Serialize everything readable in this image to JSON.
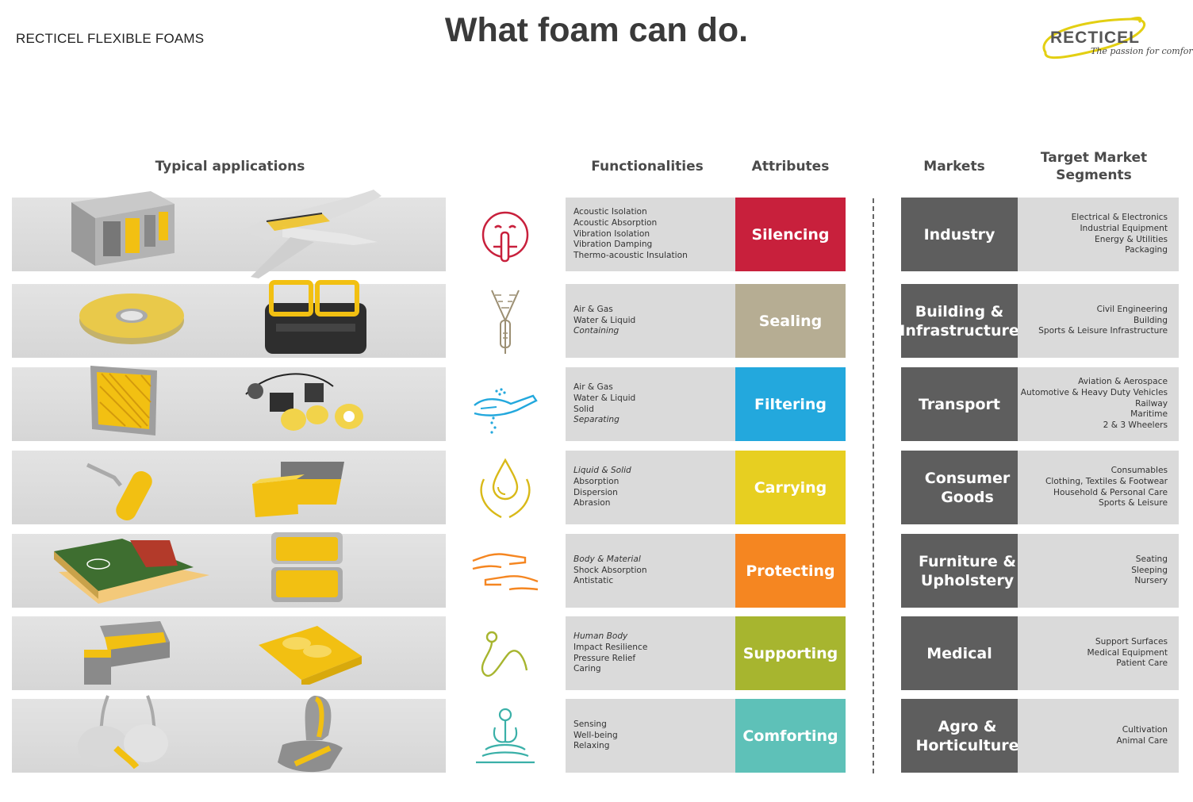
{
  "header": {
    "brand_label": "RECTICEL FLEXIBLE FOAMS",
    "title": "What foam can do.",
    "logo_word": "RECTICEL",
    "logo_tagline": "The passion for comfort"
  },
  "columns": {
    "applications": "Typical applications",
    "functionalities": "Functionalities",
    "attributes": "Attributes",
    "markets": "Markets",
    "segments": "Target Market Segments"
  },
  "colors": {
    "silencing": "#c8203c",
    "sealing": "#b6ad93",
    "filtering": "#23a8dd",
    "carrying": "#e7cf21",
    "protecting": "#f58621",
    "supporting": "#a7b52f",
    "comforting": "#5ec1b8",
    "market_bg": "#5e5e5e",
    "panel_bg": "#dadada"
  },
  "rows": [
    {
      "icon": "hush-face-icon",
      "apps": [
        "equipment-enclosure",
        "airplane-cutaway"
      ],
      "functionalities": [
        "Acoustic Isolation",
        "Acoustic Absorption",
        "Vibration Isolation",
        "Vibration Damping",
        "Thermo-acoustic Insulation"
      ],
      "attribute": "Silencing",
      "market": "Industry",
      "segments": [
        "Electrical & Electronics",
        "Industrial Equipment",
        "Energy & Utilities",
        "Packaging"
      ]
    },
    {
      "icon": "zipper-icon",
      "apps": [
        "foam-tape-roll",
        "engine-block"
      ],
      "functionalities": [
        "Air & Gas",
        "Water & Liquid",
        "Containing"
      ],
      "attribute": "Sealing",
      "market": "Building & Infrastructure",
      "segments": [
        "Civil Engineering",
        "Building",
        "Sports & Leisure Infrastructure"
      ]
    },
    {
      "icon": "hand-sand-icon",
      "apps": [
        "air-filter-panel",
        "pump-filters"
      ],
      "functionalities": [
        "Air & Gas",
        "Water & Liquid",
        "Solid",
        "Separating"
      ],
      "attribute": "Filtering",
      "market": "Transport",
      "segments": [
        "Aviation & Aerospace",
        "Automotive & Heavy Duty Vehicles",
        "Railway",
        "Maritime",
        "2 & 3 Wheelers"
      ]
    },
    {
      "icon": "drop-hands-icon",
      "apps": [
        "paint-roller",
        "cleaning-sponges"
      ],
      "functionalities": [
        "Liquid & Solid",
        "Absorption",
        "Dispersion",
        "Abrasion"
      ],
      "attribute": "Carrying",
      "market": "Consumer Goods",
      "segments": [
        "Consumables",
        "Clothing, Textiles & Footwear",
        "Household & Personal Care",
        "Sports & Leisure"
      ]
    },
    {
      "icon": "two-hands-icon",
      "apps": [
        "turf-floor-layers",
        "foam-lined-case"
      ],
      "functionalities": [
        "Body & Material",
        "Shock Absorption",
        "Antistatic"
      ],
      "attribute": "Protecting",
      "market": "Furniture & Upholstery",
      "segments": [
        "Seating",
        "Sleeping",
        "Nursery"
      ]
    },
    {
      "icon": "spring-line-icon",
      "apps": [
        "sofa-and-stool",
        "mattress-pillows"
      ],
      "functionalities": [
        "Human Body",
        "Impact Resilience",
        "Pressure Relief",
        "Caring"
      ],
      "attribute": "Supporting",
      "market": "Medical",
      "segments": [
        "Support Surfaces",
        "Medical Equipment",
        "Patient Care"
      ]
    },
    {
      "icon": "meditation-icon",
      "apps": [
        "bra-cups",
        "car-seat"
      ],
      "functionalities": [
        "Sensing",
        "Well-being",
        "Relaxing"
      ],
      "attribute": "Comforting",
      "market": "Agro & Horticulture",
      "segments": [
        "Cultivation",
        "Animal Care"
      ]
    }
  ]
}
